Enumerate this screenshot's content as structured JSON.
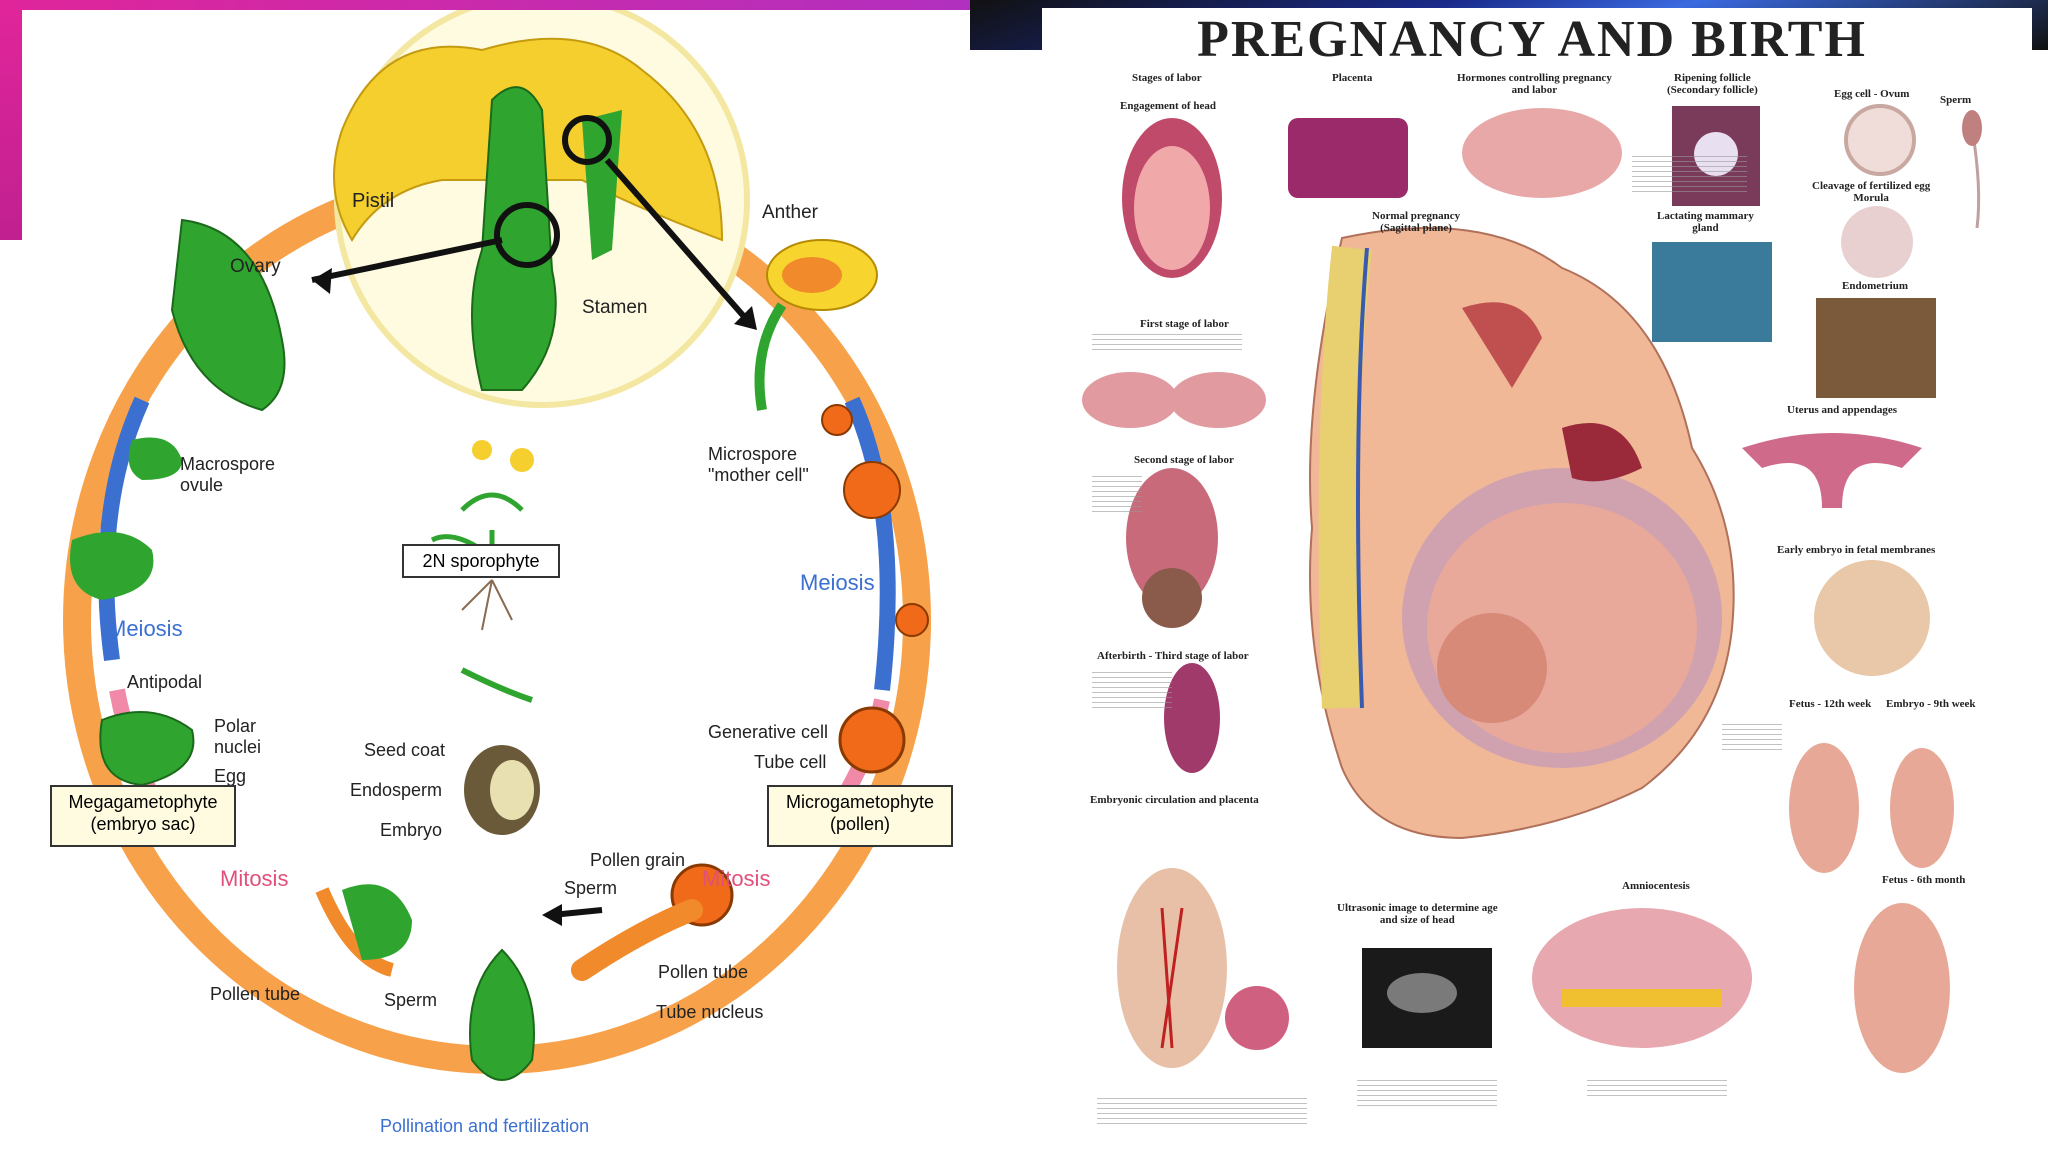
{
  "left_diagram": {
    "labels": {
      "pistil": "Pistil",
      "anther": "Anther",
      "ovary": "Ovary",
      "stamen": "Stamen",
      "macrospore_ovule": "Macrospore\novule",
      "microspore_mother_cell": "Microspore\n\"mother cell\"",
      "meiosis_left": "Meiosis",
      "meiosis_right": "Meiosis",
      "sporophyte": "2N sporophyte",
      "antipodal": "Antipodal",
      "polar_nuclei": "Polar\nnuclei",
      "egg": "Egg",
      "megagametophyte": "Megagametophyte\n(embryo sac)",
      "microgametophyte": "Microgametophyte\n(pollen)",
      "generative_cell": "Generative cell",
      "tube_cell": "Tube cell",
      "seed_coat": "Seed coat",
      "endosperm": "Endosperm",
      "embryo": "Embryo",
      "mitosis_left": "Mitosis",
      "mitosis_right": "Mitosis",
      "pollen_grain": "Pollen grain",
      "sperm_top": "Sperm",
      "pollen_tube_right": "Pollen tube",
      "tube_nucleus": "Tube nucleus",
      "pollen_tube_left": "Pollen tube",
      "sperm_bottom": "Sperm",
      "pollination": "Pollination and fertilization"
    },
    "colors": {
      "cycle": "#f7a24a",
      "meiosis": "#3b6fd0",
      "mitosis": "#e0507a",
      "plant_green": "#2fa52f",
      "petal_yellow": "#f4cf2e"
    }
  },
  "right_diagram": {
    "title": "PREGNANCY AND BIRTH",
    "sections": {
      "stages_of_labor": "Stages of labor",
      "placenta": "Placenta",
      "hormones": "Hormones controlling pregnancy\nand labor",
      "ripening_follicle": "Ripening follicle\n(Secondary follicle)",
      "egg_cell": "Egg cell - Ovum",
      "sperm": "Sperm",
      "engagement": "Engagement of head",
      "normal_pregnancy": "Normal pregnancy\n(Sagittal plane)",
      "lactating": "Lactating mammary\ngland",
      "cleavage": "Cleavage of fertilized egg\nMorula",
      "endometrium": "Endometrium",
      "first_stage": "First stage of labor",
      "uterus": "Uterus and appendages",
      "second_stage": "Second stage of labor",
      "early_embryo": "Early embryo in fetal membranes",
      "afterbirth": "Afterbirth - Third stage of labor",
      "fetus_12": "Fetus - 12th week",
      "embryo_9": "Embryo - 9th week",
      "embryonic_circ": "Embryonic circulation and placenta",
      "ultrasonic": "Ultrasonic image to determine age\nand size of head",
      "amniocentesis": "Amniocentesis",
      "fetus_6": "Fetus - 6th month"
    }
  }
}
